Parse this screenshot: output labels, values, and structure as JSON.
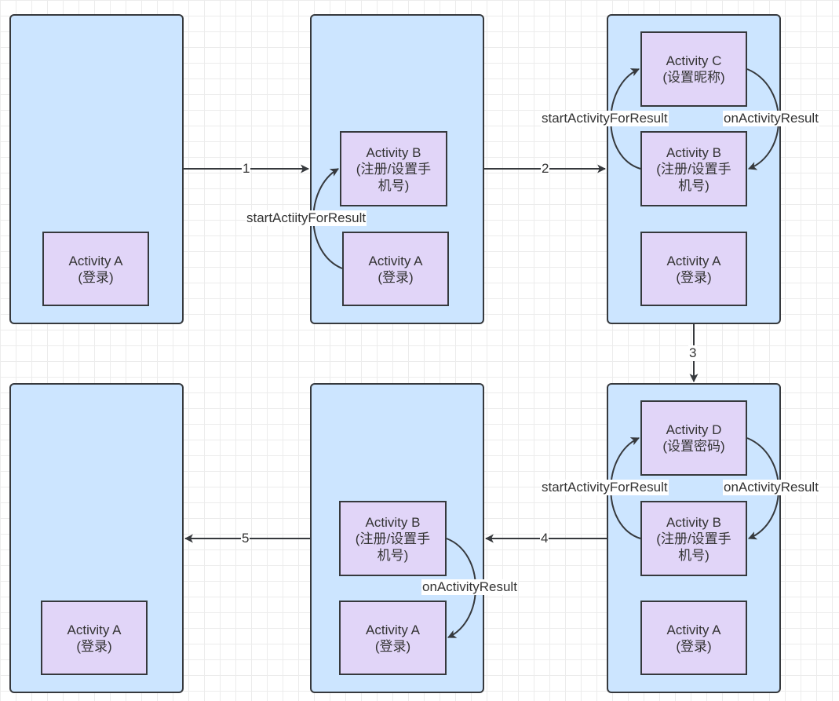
{
  "steps": [
    "1",
    "2",
    "3",
    "4",
    "5"
  ],
  "activities": {
    "a": {
      "name": "Activity A",
      "desc": "(登录)"
    },
    "b": {
      "name": "Activity B",
      "desc1": "(注册/设置手",
      "desc2": "机号)"
    },
    "c": {
      "name": "Activity C",
      "desc": "(设置昵称)"
    },
    "d": {
      "name": "Activity D",
      "desc": "(设置密码)"
    }
  },
  "labels": {
    "start_typo": "startActiityForResult",
    "start": "startActivityForResult",
    "on_result": "onActivityResult"
  },
  "colors": {
    "stack_fill": "#cce5ff",
    "activity_fill": "#e1d5f8",
    "stroke": "#36393d"
  }
}
